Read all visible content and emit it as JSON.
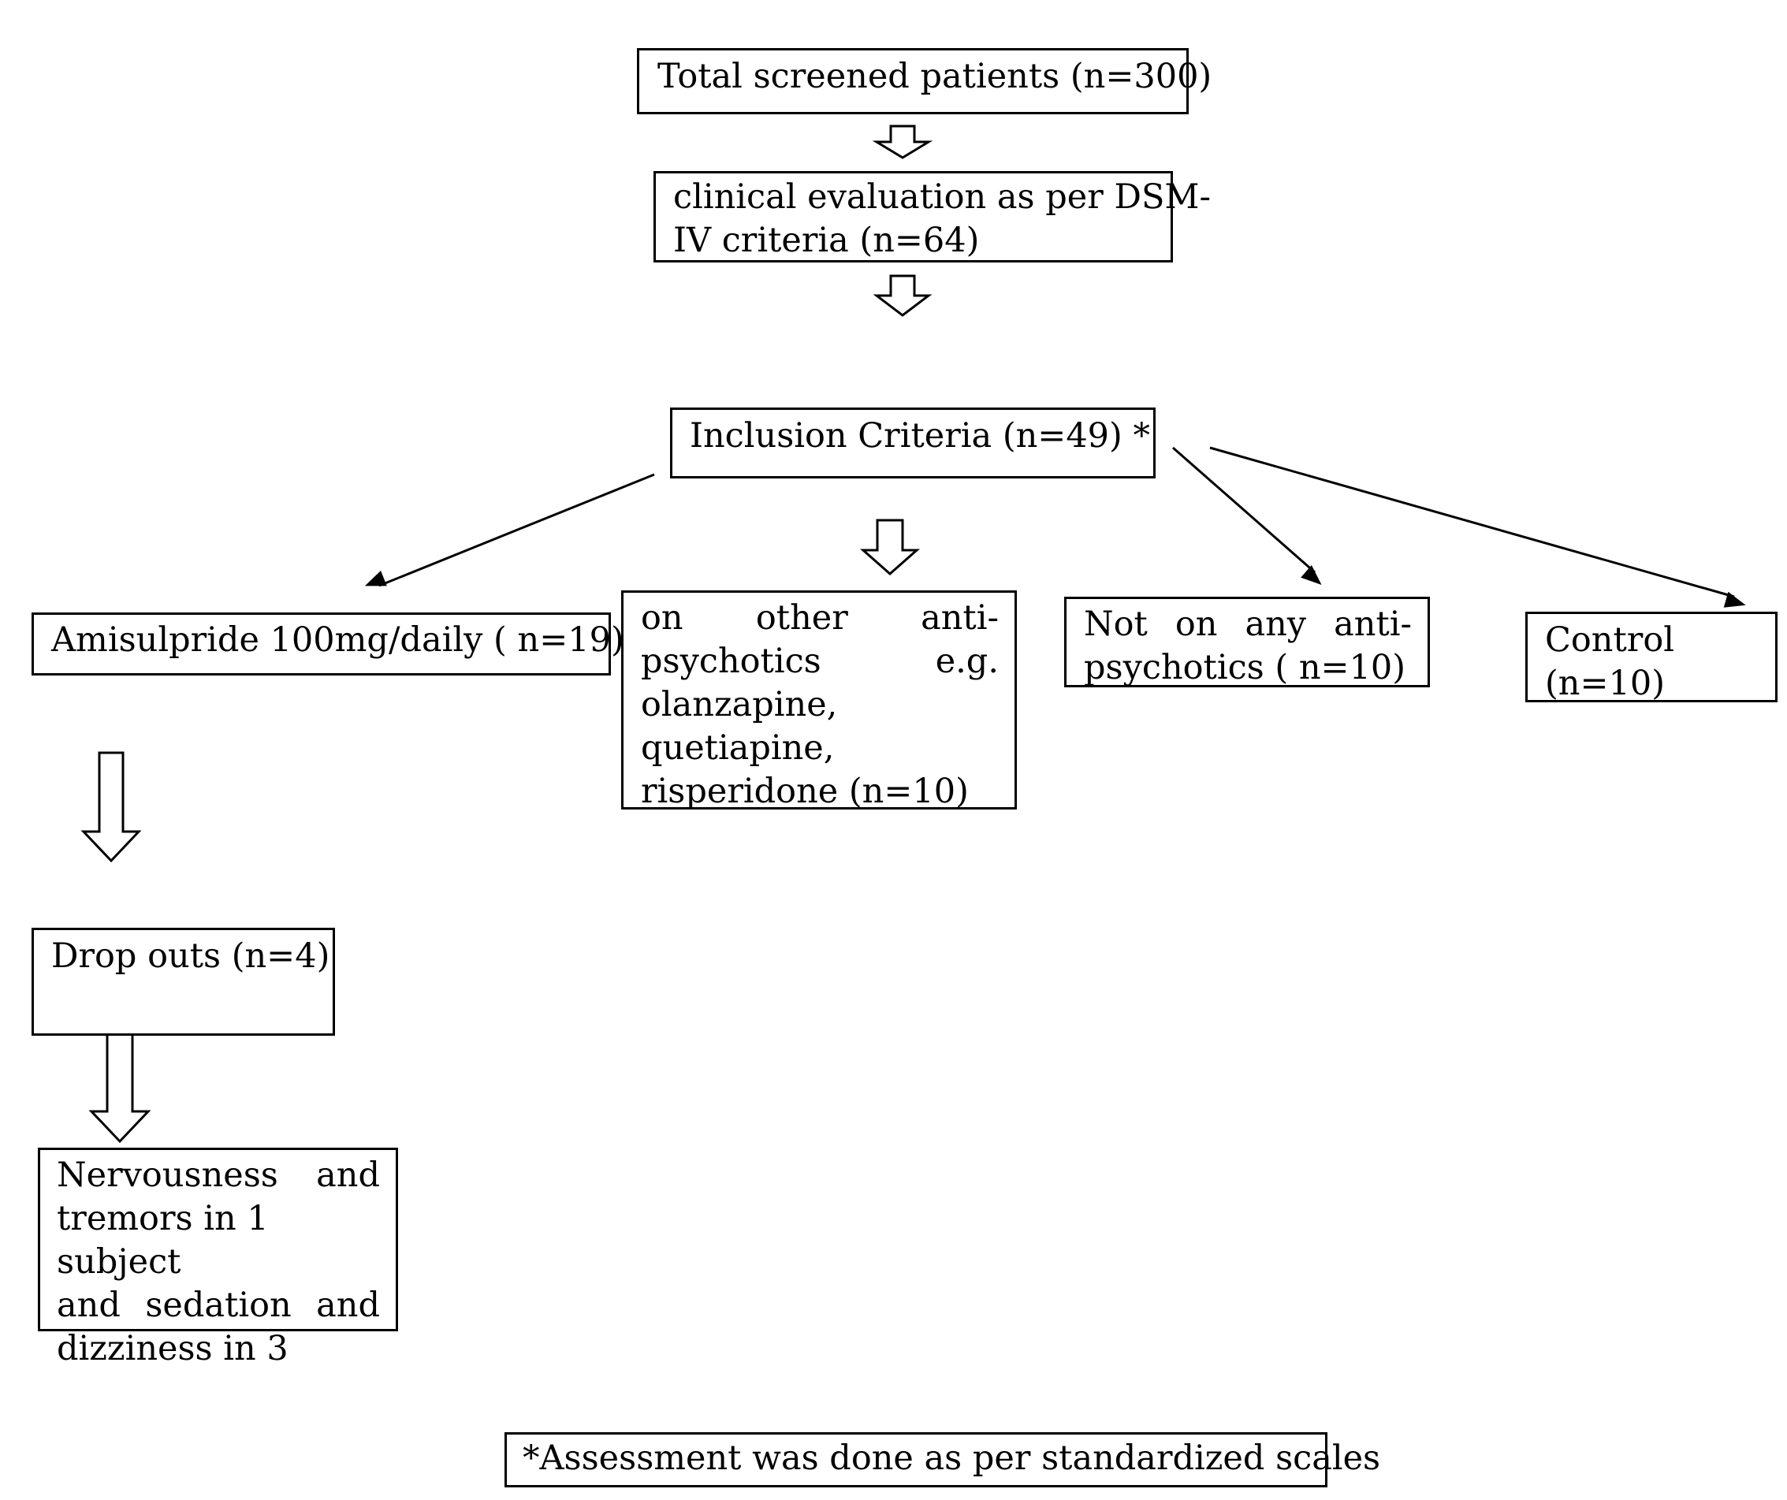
{
  "nodes": {
    "total_screened": "Total screened patients (n=300)",
    "clinical_eval": [
      "clinical evaluation as per DSM-",
      "IV criteria (n=64)"
    ],
    "inclusion": "Inclusion  Criteria  (n=49) *",
    "amisulpride": "Amisulpride 100mg/daily ( n=19)",
    "other_antipsychotics": [
      "on",
      "other",
      "anti-",
      "psychotics",
      "e.g.",
      "olanzapine,",
      "quetiapine,",
      "risperidone  (n=10)"
    ],
    "not_on_any": [
      "Not",
      "on",
      "any",
      "anti-",
      "psychotics ( n=10)"
    ],
    "control": [
      "Control",
      "(n=10)"
    ],
    "dropouts": "Drop outs (n=4)",
    "side_effects": [
      "Nervousness",
      "and",
      "tremors in 1 subject",
      "and",
      "sedation",
      "and",
      "dizziness in 3"
    ]
  },
  "footnote": "*Assessment was done as per standardized scales"
}
